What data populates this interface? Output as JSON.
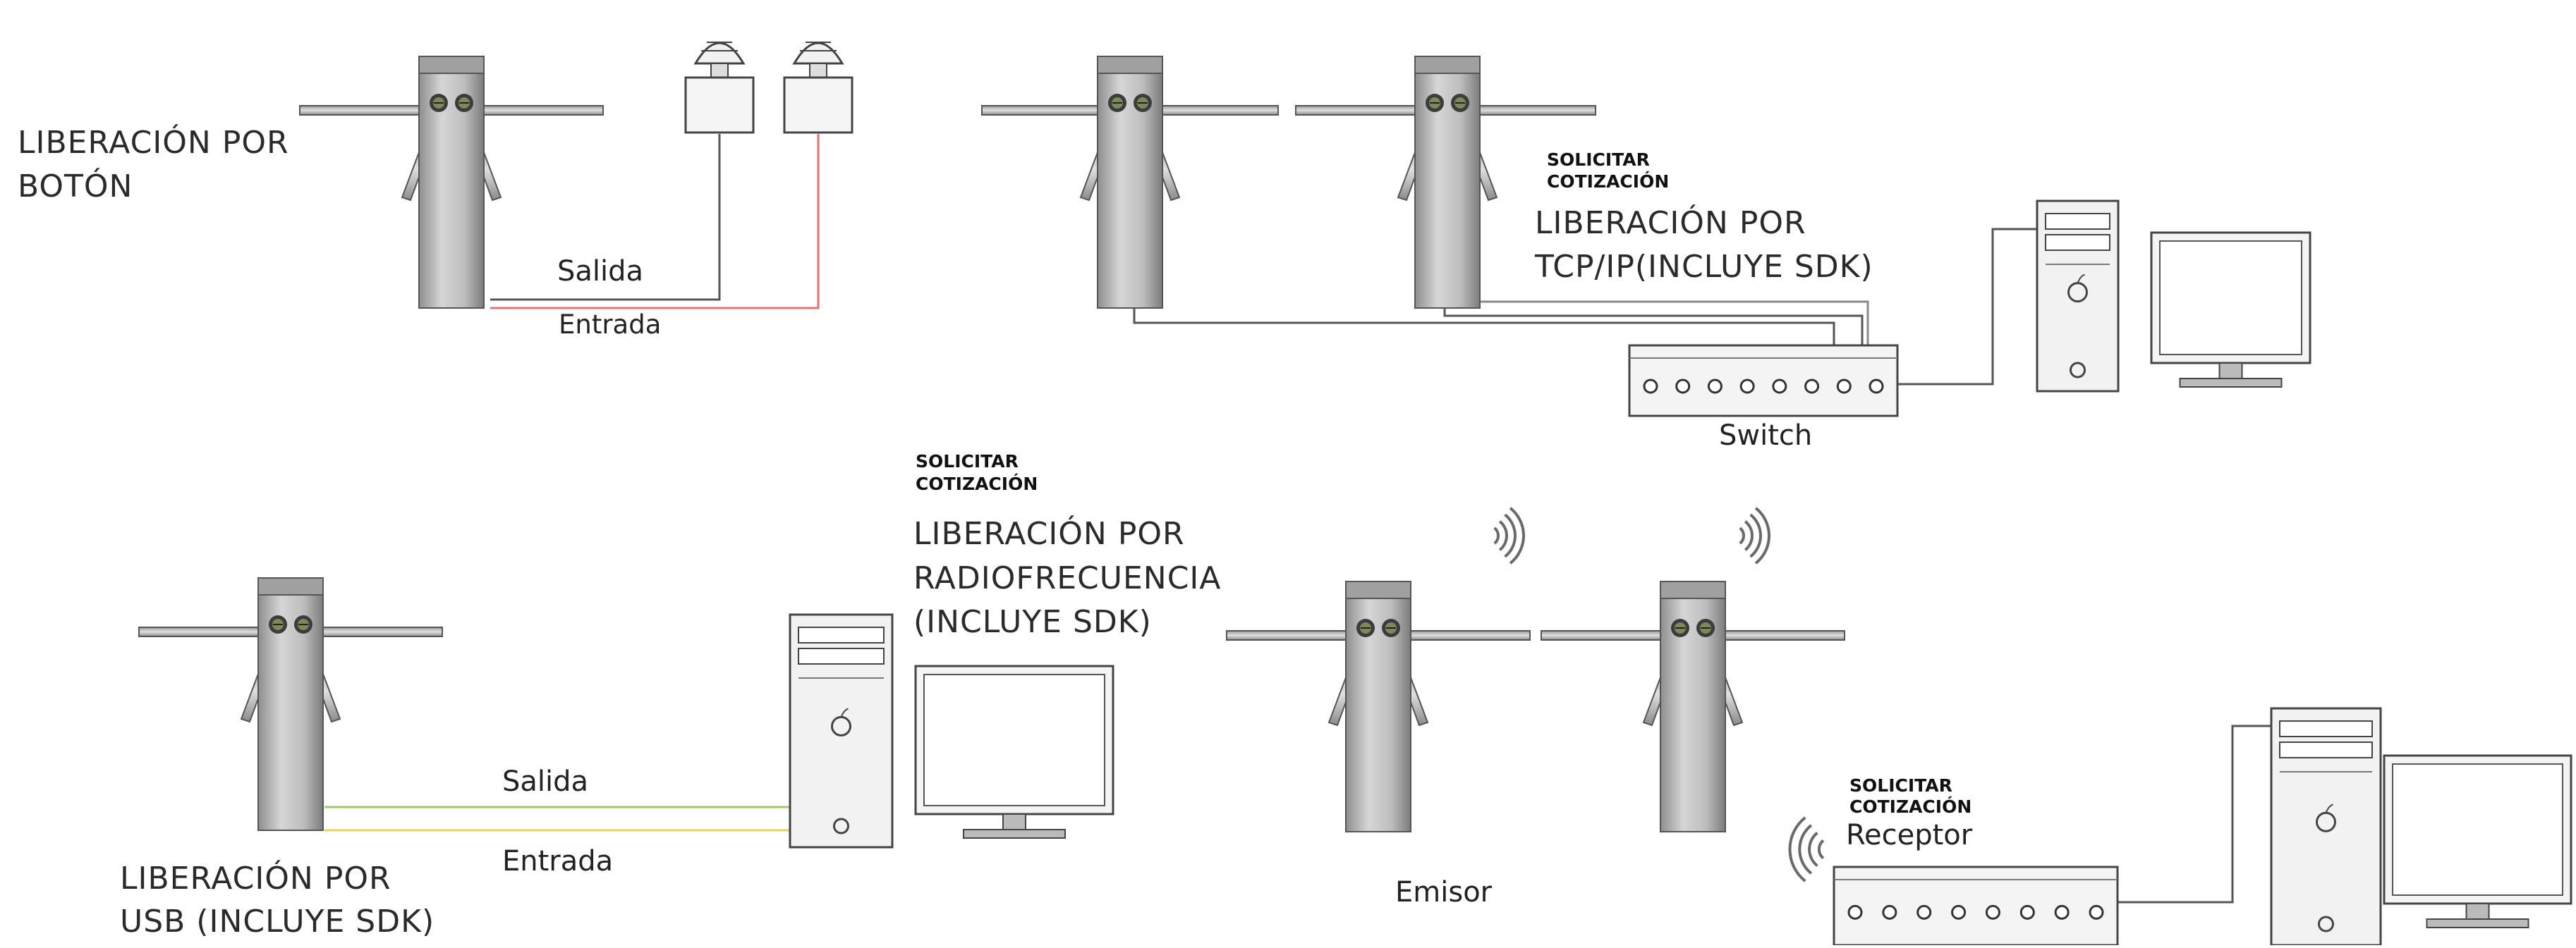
{
  "sections": {
    "button": {
      "title_line1": "LIBERACIÓN POR",
      "title_line2": "BOTÓN",
      "exit": "Salida",
      "entry": "Entrada"
    },
    "tcpip": {
      "request_line1": "SOLICITAR",
      "request_line2": "COTIZACIÓN",
      "title_line1": "LIBERACIÓN POR",
      "title_line2": "TCP/IP(INCLUYE SDK)",
      "switch": "Switch"
    },
    "usb": {
      "title_line1": "LIBERACIÓN POR",
      "title_line2": "USB (INCLUYE SDK)",
      "exit": "Salida",
      "entry": "Entrada"
    },
    "radio": {
      "request_line1": "SOLICITAR",
      "request_line2": "COTIZACIÓN",
      "title_line1": "LIBERACIÓN POR",
      "title_line2": "RADIOFRECUENCIA",
      "title_line3": "(INCLUYE SDK)",
      "emitter": "Emisor"
    },
    "receiver": {
      "request_line1": "SOLICITAR",
      "request_line2": "COTIZACIÓN",
      "label": "Receptor"
    }
  },
  "colors": {
    "line": "#555555",
    "red_wire": "#e57373",
    "green_wire": "#9ccc65",
    "yellow_wire": "#e6d35a",
    "turnstile_body": "#b8b8b8"
  }
}
